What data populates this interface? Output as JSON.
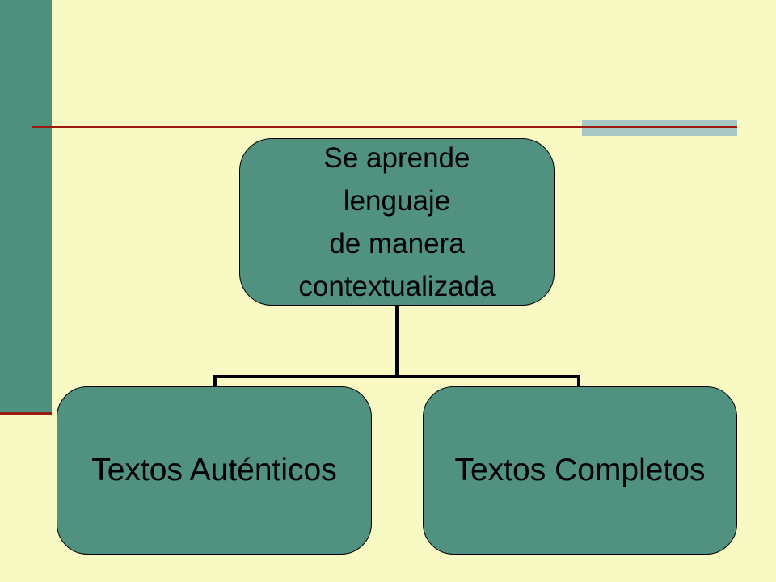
{
  "diagram": {
    "root": {
      "lines": [
        "Se aprende",
        "lenguaje",
        "de manera",
        "contextualizada"
      ]
    },
    "children": [
      {
        "label": "Textos Auténticos"
      },
      {
        "label": "Textos Completos"
      }
    ]
  },
  "colors": {
    "background": "#f9f9c4",
    "node_fill": "#509180",
    "side_bar": "#4f917f",
    "rule": "#9b1b12",
    "rule_accent": "#a6c7c4",
    "connector": "#000000"
  }
}
